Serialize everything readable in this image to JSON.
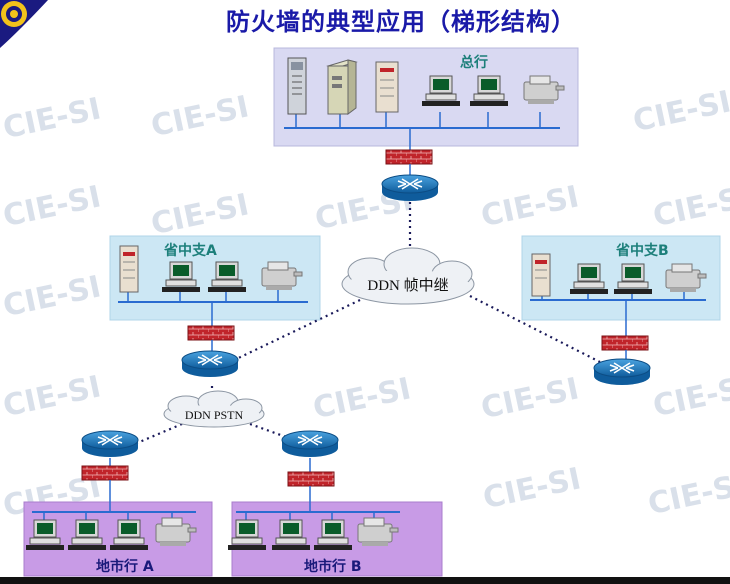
{
  "title": "防火墙的典型应用（梯形结构）",
  "watermark_text": "CIE-SI",
  "labels": {
    "head_office": "总行",
    "provincial_a": "省中支A",
    "provincial_b": "省中支B",
    "city_a": "地市行 A",
    "city_b": "地市行 B",
    "ddn_frame_relay": "DDN 帧中继",
    "ddn_pstn": "DDN PSTN"
  },
  "colors": {
    "head_panel": "#d9d9f2",
    "provincial_panel": "#cce7f4",
    "city_panel": "#c89be6",
    "firewall": "#c0242a",
    "router": "#1a6fb3",
    "title": "#1a1aa8"
  },
  "icons": [
    "logo-icon",
    "server-icon",
    "workstation-icon",
    "printer-icon",
    "firewall-icon",
    "router-icon",
    "cloud-icon"
  ]
}
